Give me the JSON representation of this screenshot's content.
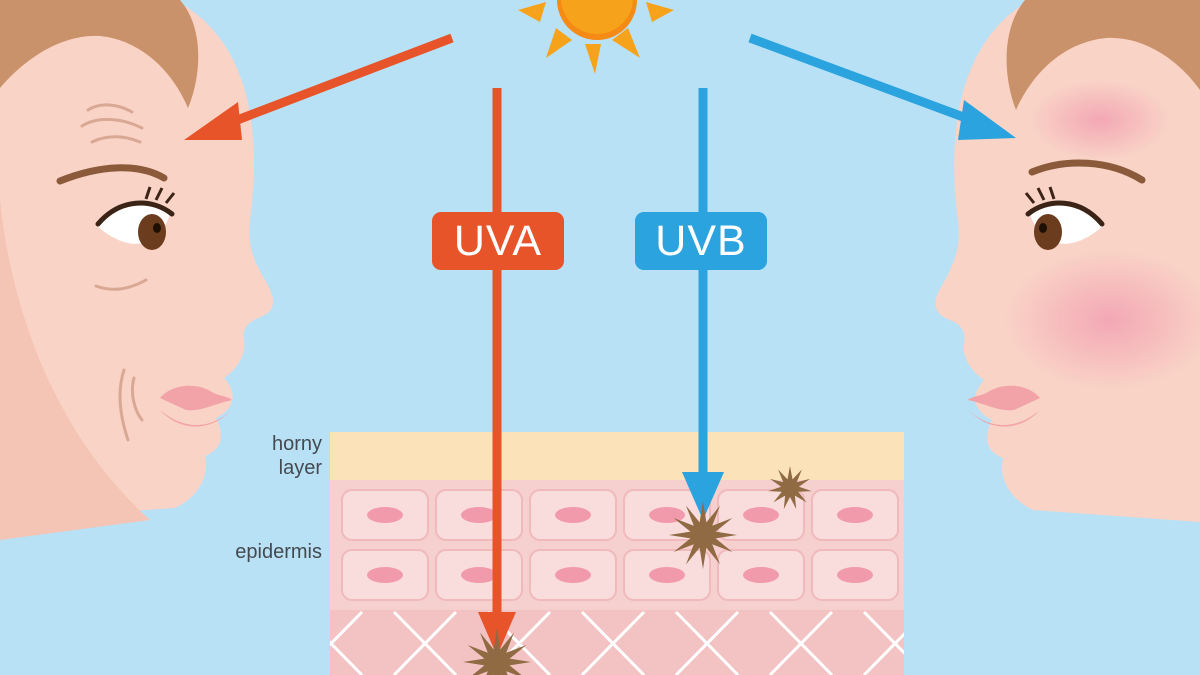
{
  "labels": {
    "uva": "UVA",
    "uvb": "UVB",
    "horny_line1": "horny",
    "horny_line2": "layer",
    "epidermis": "epidermis"
  },
  "colors": {
    "sky": "#b9e1f5",
    "uva": "#e8542a",
    "uvb": "#2aa3df",
    "sun": "#f7a21b",
    "skin": "#f9d3c6",
    "hair": "#c9926a",
    "horny_layer": "#fbe2b8",
    "epidermis": "#f6cfcf",
    "damage": "#8f6a43"
  },
  "icons": {
    "sun": "sun-icon",
    "damage": "damage-starburst-icon"
  }
}
